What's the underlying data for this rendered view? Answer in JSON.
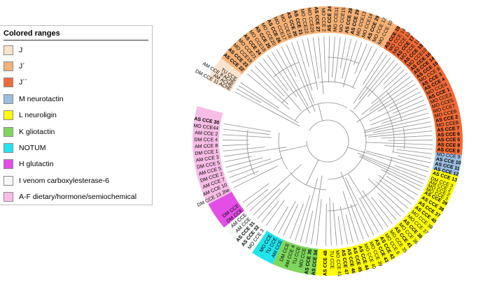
{
  "legend": {
    "title": "Colored ranges",
    "items": [
      {
        "label": "J",
        "color": "#fbe3cd"
      },
      {
        "label": "J´",
        "color": "#f5b277"
      },
      {
        "label": "J´´",
        "color": "#ef6b38"
      },
      {
        "label": "M neurotactin",
        "color": "#9bbde0"
      },
      {
        "label": "L neuroligin",
        "color": "#ffff00"
      },
      {
        "label": "K gliotactin",
        "color": "#7fd65c"
      },
      {
        "label": "NOTUM",
        "color": "#22e4ee"
      },
      {
        "label": "H glutactin",
        "color": "#e24ee6"
      },
      {
        "label": "I venom carboxylesterase-6",
        "color": "#f6f7f7"
      },
      {
        "label": "A-F dietary/hormone/semiochemical",
        "color": "#f7bde6"
      }
    ]
  },
  "tree": {
    "ranges": [
      {
        "name": "J´",
        "color": "#f5b277",
        "start": 218,
        "end": 301
      },
      {
        "name": "J",
        "color": "#fbe3cd",
        "start": 207,
        "end": 218
      },
      {
        "name": "J´´",
        "color": "#ef6b38",
        "start": 301,
        "end": 366
      },
      {
        "name": "M neurotactin",
        "color": "#9bbde0",
        "start": 366,
        "end": 375
      },
      {
        "name": "L neuroligin",
        "color": "#ffff00",
        "start": 375,
        "end": 455
      },
      {
        "name": "K gliotactin",
        "color": "#7fd65c",
        "start": 455,
        "end": 474
      },
      {
        "name": "NOTUM",
        "color": "#22e4ee",
        "start": 474,
        "end": 484
      },
      {
        "name": "I venom carboxylesterase-6",
        "color": "#f6f7f7",
        "start": 487,
        "end": 499
      },
      {
        "name": "H glutactin",
        "color": "#e24ee6",
        "start": 500,
        "end": 512
      },
      {
        "name": "A-F dietary/hormone/semiochemical",
        "color": "#f7bde6",
        "start": 512,
        "end": 555
      }
    ],
    "leaves": [
      {
        "label": "DM CCE 11 AChE",
        "angle": 208,
        "bold": false
      },
      {
        "label": "AM ACHE",
        "angle": 210,
        "bold": false
      },
      {
        "label": "AM CCE 8 AChE",
        "angle": 212,
        "bold": false
      },
      {
        "label": "TU CCE",
        "angle": 214,
        "bold": false
      },
      {
        "label": "AS CCE 22",
        "angle": 220,
        "bold": true
      },
      {
        "label": "AS CCE 23",
        "angle": 223,
        "bold": true
      },
      {
        "label": "MO CCE19",
        "angle": 226,
        "bold": false
      },
      {
        "label": "MO CCE21",
        "angle": 229,
        "bold": false
      },
      {
        "label": "AS CCE 24",
        "angle": 232,
        "bold": true
      },
      {
        "label": "MO CCE18",
        "angle": 235,
        "bold": false
      },
      {
        "label": "AS CCE 25",
        "angle": 238,
        "bold": true
      },
      {
        "label": "MO CCE20",
        "angle": 241,
        "bold": false
      },
      {
        "label": "AS CCE 26",
        "angle": 244,
        "bold": true
      },
      {
        "label": "MO CCE17",
        "angle": 247,
        "bold": false
      },
      {
        "label": "MO CCE16",
        "angle": 250,
        "bold": false
      },
      {
        "label": "AS CCE 20",
        "angle": 253,
        "bold": true
      },
      {
        "label": "AS CCE 21",
        "angle": 256,
        "bold": true
      },
      {
        "label": "MO CCE22",
        "angle": 259,
        "bold": false
      },
      {
        "label": "MO CCE20",
        "angle": 262,
        "bold": false
      },
      {
        "label": "AS CCE 27",
        "angle": 265,
        "bold": true
      },
      {
        "label": "MO CCE 2",
        "angle": 268,
        "bold": false
      },
      {
        "label": "AS CCE 24",
        "angle": 271,
        "bold": true
      },
      {
        "label": "MO CCE11",
        "angle": 274,
        "bold": false
      },
      {
        "label": "MO CCE15",
        "angle": 277,
        "bold": false
      },
      {
        "label": "AS CCE 28",
        "angle": 280,
        "bold": true
      },
      {
        "label": "AS CCE 29",
        "angle": 283,
        "bold": true
      },
      {
        "label": "MO CCE13",
        "angle": 286,
        "bold": false
      },
      {
        "label": "MO CCE14",
        "angle": 289,
        "bold": false
      },
      {
        "label": "AS CCE 29",
        "angle": 292,
        "bold": true
      },
      {
        "label": "MO CCE 12",
        "angle": 295,
        "bold": false
      },
      {
        "label": "MO CCE 10",
        "angle": 298,
        "bold": false
      },
      {
        "label": "AS CCE 19",
        "angle": 302,
        "bold": true
      },
      {
        "label": "MO CCE 14",
        "angle": 304.5,
        "bold": false
      },
      {
        "label": "MO CCE 13",
        "angle": 307,
        "bold": false
      },
      {
        "label": "AS CCE 17",
        "angle": 309.5,
        "bold": true
      },
      {
        "label": "MO CCE 11",
        "angle": 312,
        "bold": false
      },
      {
        "label": "AS CCE 18",
        "angle": 314.5,
        "bold": true
      },
      {
        "label": "MO CCE10",
        "angle": 317,
        "bold": false
      },
      {
        "label": "AS CCE 16",
        "angle": 319.5,
        "bold": true
      },
      {
        "label": "AS CCE 14",
        "angle": 322,
        "bold": true
      },
      {
        "label": "AS CCE 15",
        "angle": 324.5,
        "bold": true
      },
      {
        "label": "MO CCE 9",
        "angle": 327,
        "bold": false
      },
      {
        "label": "AS CCE 3",
        "angle": 329.5,
        "bold": true
      },
      {
        "label": "AS CCE 4",
        "angle": 332,
        "bold": true
      },
      {
        "label": "MO CCE4",
        "angle": 334.5,
        "bold": false
      },
      {
        "label": "AS CCE 1",
        "angle": 337,
        "bold": true
      },
      {
        "label": "MO CCE3",
        "angle": 339.5,
        "bold": false
      },
      {
        "label": "MO CCE5",
        "angle": 342,
        "bold": false
      },
      {
        "label": "MO CCE7",
        "angle": 344.5,
        "bold": false
      },
      {
        "label": "MO CCE6",
        "angle": 347,
        "bold": false
      },
      {
        "label": "AS CCE 2",
        "angle": 349.5,
        "bold": true
      },
      {
        "label": "MO CCE8",
        "angle": 352,
        "bold": false
      },
      {
        "label": "AS CCE 7",
        "angle": 354.5,
        "bold": true
      },
      {
        "label": "AS CCE 6",
        "angle": 357,
        "bold": true
      },
      {
        "label": "AS CCE 5",
        "angle": 359.5,
        "bold": true
      },
      {
        "label": "AS CCE 8",
        "angle": 362,
        "bold": true
      },
      {
        "label": "AS CCE 9",
        "angle": 364.5,
        "bold": true
      },
      {
        "label": "MO CCE 9",
        "angle": 367,
        "bold": false
      },
      {
        "label": "AS CCE 10",
        "angle": 369.5,
        "bold": true
      },
      {
        "label": "AS CCE 11",
        "angle": 372,
        "bold": true
      },
      {
        "label": "AS CCE 12",
        "angle": 374.5,
        "bold": true
      },
      {
        "label": "AS CCE 13",
        "angle": 377,
        "bold": true
      },
      {
        "label": "DM CCE 3",
        "angle": 380,
        "bold": false
      },
      {
        "label": "AM CCE 2",
        "angle": 382,
        "bold": false
      },
      {
        "label": "MO CCE 2",
        "angle": 384,
        "bold": false
      },
      {
        "label": "MO CCE 3",
        "angle": 386,
        "bold": false
      },
      {
        "label": "AS CCE 39",
        "angle": 388,
        "bold": true
      },
      {
        "label": "AS CCE 38",
        "angle": 391,
        "bold": true
      },
      {
        "label": "AS CCE 37",
        "angle": 394,
        "bold": true
      },
      {
        "label": "AS CCE 40",
        "angle": 397,
        "bold": true
      },
      {
        "label": "MO CCE 38",
        "angle": 400,
        "bold": false
      },
      {
        "label": "MO CCE 37",
        "angle": 403,
        "bold": false
      },
      {
        "label": "AS CCE 36",
        "angle": 406,
        "bold": true
      },
      {
        "label": "MO CCE 36",
        "angle": 409,
        "bold": false
      },
      {
        "label": "AS CCE 41",
        "angle": 412,
        "bold": true
      },
      {
        "label": "MO CCE 35",
        "angle": 415,
        "bold": false
      },
      {
        "label": "MO CCE 6",
        "angle": 418,
        "bold": false
      },
      {
        "label": "AS CCE 42",
        "angle": 421,
        "bold": true
      },
      {
        "label": "AS CCE 43",
        "angle": 424,
        "bold": true
      },
      {
        "label": "MO CCE 39",
        "angle": 427,
        "bold": false
      },
      {
        "label": "MO CCE 40",
        "angle": 430,
        "bold": false
      },
      {
        "label": "AS CCE 44",
        "angle": 433,
        "bold": true
      },
      {
        "label": "AS CCE 45",
        "angle": 436,
        "bold": true
      },
      {
        "label": "AS CCE 46",
        "angle": 439,
        "bold": true
      },
      {
        "label": "AS CCE 47",
        "angle": 442,
        "bold": true
      },
      {
        "label": "MO CCE 41",
        "angle": 445,
        "bold": false
      },
      {
        "label": "TU CCE",
        "angle": 448,
        "bold": false
      },
      {
        "label": "AS CCE 48",
        "angle": 451,
        "bold": true
      },
      {
        "label": "AS CCE 34",
        "angle": 456,
        "bold": true
      },
      {
        "label": "AS CCE 35",
        "angle": 459,
        "bold": true
      },
      {
        "label": "MO CCE",
        "angle": 462,
        "bold": false
      },
      {
        "label": "TU CCE",
        "angle": 465,
        "bold": false
      },
      {
        "label": "AM CCE 4",
        "angle": 468,
        "bold": false
      },
      {
        "label": "DM CCE",
        "angle": 471,
        "bold": false
      },
      {
        "label": "AM CCE",
        "angle": 475,
        "bold": false
      },
      {
        "label": "TU CCE",
        "angle": 478,
        "bold": false
      },
      {
        "label": "MO CCE",
        "angle": 481,
        "bold": false
      },
      {
        "label": "MO CCE 3",
        "angle": 486,
        "bold": false
      },
      {
        "label": "AS CCE 32",
        "angle": 489,
        "bold": true
      },
      {
        "label": "AS CCE 31",
        "angle": 492,
        "bold": true
      },
      {
        "label": "AM CCE",
        "angle": 495,
        "bold": false
      },
      {
        "label": "AM CCE",
        "angle": 498,
        "bold": false
      },
      {
        "label": "DM CCE",
        "angle": 501,
        "bold": false
      },
      {
        "label": "DM CCE",
        "angle": 504,
        "bold": false
      },
      {
        "label": "DM CCE 13 Jhe",
        "angle": 513.5,
        "bold": false
      },
      {
        "label": "AM CCE 10",
        "angle": 516.5,
        "bold": false
      },
      {
        "label": "AM CCE 7",
        "angle": 519.5,
        "bold": false
      },
      {
        "label": "DM CCE 2",
        "angle": 522.5,
        "bold": false
      },
      {
        "label": "AM CCE 5",
        "angle": 525.5,
        "bold": false
      },
      {
        "label": "DM CCE 5",
        "angle": 528.5,
        "bold": false
      },
      {
        "label": "AM CCE 3",
        "angle": 531.5,
        "bold": false
      },
      {
        "label": "DM CCE 1",
        "angle": 534.5,
        "bold": false
      },
      {
        "label": "AM CCE 8",
        "angle": 537.5,
        "bold": false
      },
      {
        "label": "DM CCE 4",
        "angle": 540.5,
        "bold": false
      },
      {
        "label": "AM CCE 2",
        "angle": 543.5,
        "bold": false
      },
      {
        "label": "MO CCE44",
        "angle": 546.5,
        "bold": false
      },
      {
        "label": "AS CCE 30",
        "angle": 549.5,
        "bold": true
      }
    ]
  }
}
